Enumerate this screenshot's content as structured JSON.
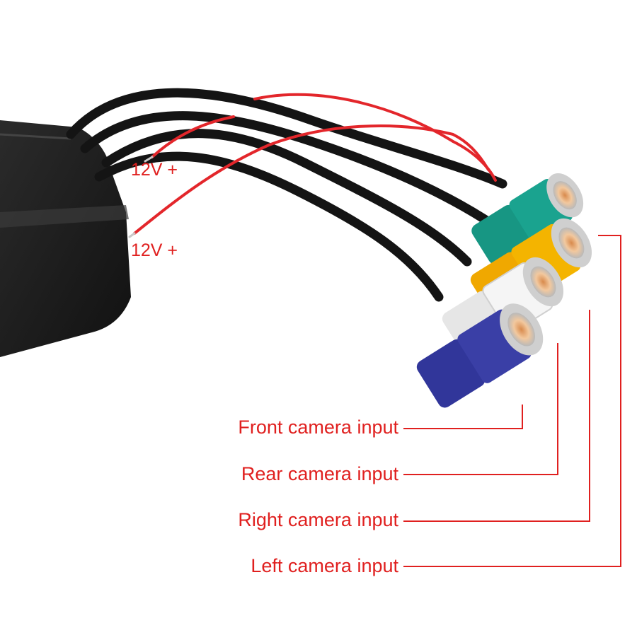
{
  "power_labels": {
    "upper": "12V +",
    "lower": "12V +"
  },
  "camera_labels": {
    "front": "Front camera input",
    "rear": "Rear camera input",
    "right": "Right camera input",
    "left": "Left camera input"
  },
  "colors": {
    "label_red": "#e0201f",
    "plug_teal": "#1aa38f",
    "plug_yellow": "#f4b400",
    "plug_white": "#f2f2f2",
    "plug_blue": "#3a3fa6",
    "cable_black": "#141414",
    "cable_red": "#e3262b"
  }
}
